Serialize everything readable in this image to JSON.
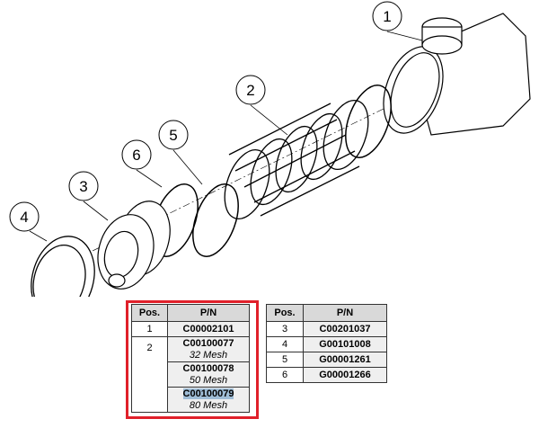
{
  "callouts": [
    "1",
    "2",
    "3",
    "4",
    "5",
    "6"
  ],
  "table_left": {
    "headers": [
      "Pos.",
      "P/N"
    ],
    "rows": [
      {
        "pos": "1",
        "pn": "C00002101"
      },
      {
        "pos": "2",
        "items": [
          {
            "pn": "C00100077",
            "mesh": "32 Mesh"
          },
          {
            "pn": "C00100078",
            "mesh": "50 Mesh"
          },
          {
            "pn": "C00100079",
            "mesh": "80 Mesh",
            "selected": true
          }
        ]
      }
    ]
  },
  "table_right": {
    "headers": [
      "Pos.",
      "P/N"
    ],
    "rows": [
      {
        "pos": "3",
        "pn": "C00201037"
      },
      {
        "pos": "4",
        "pn": "G00101008"
      },
      {
        "pos": "5",
        "pn": "G00001261"
      },
      {
        "pos": "6",
        "pn": "G00001266"
      }
    ]
  },
  "colors": {
    "highlight_border": "#e0202a",
    "selection": "#9fbdd6"
  }
}
